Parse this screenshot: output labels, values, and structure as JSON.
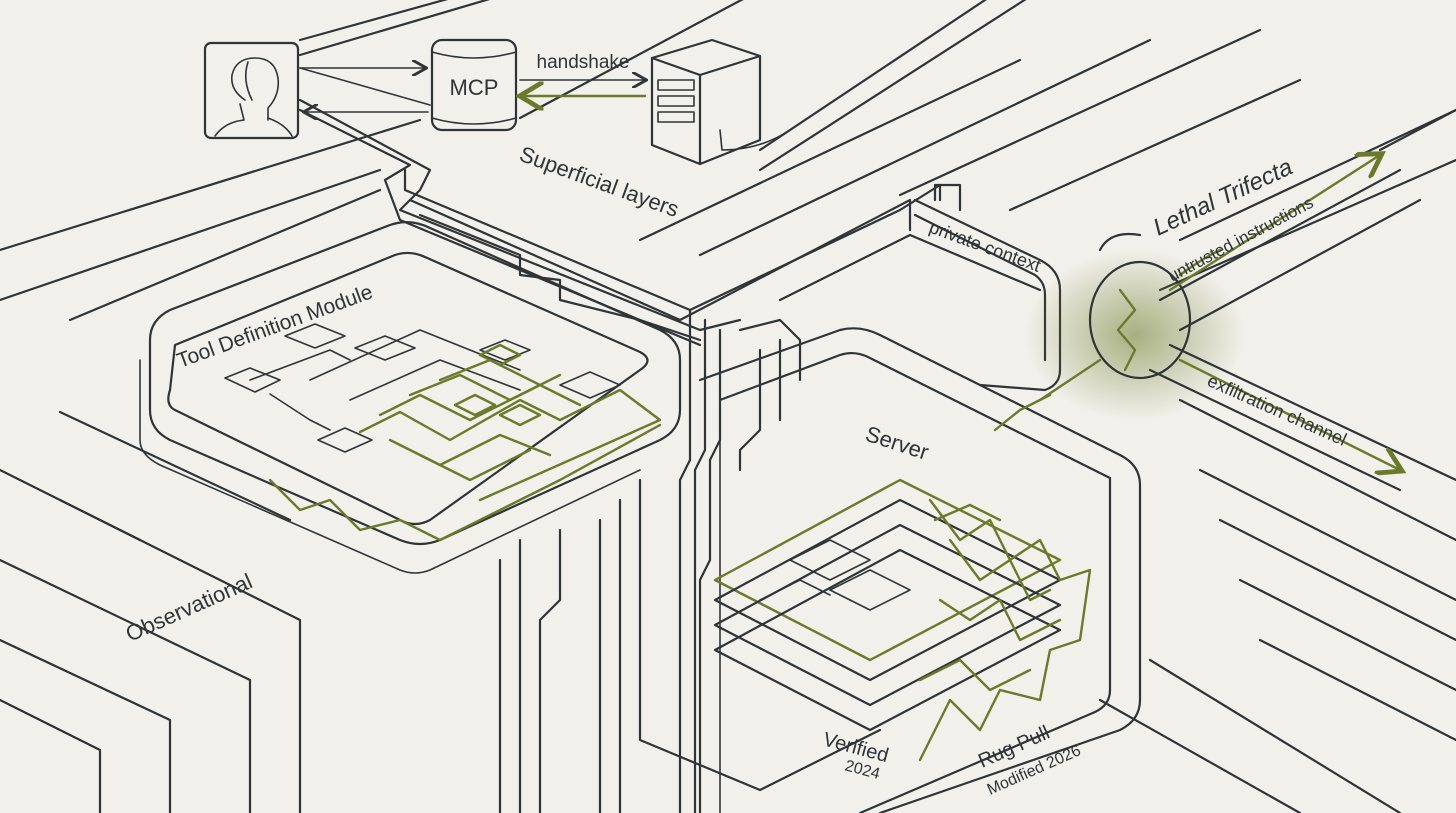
{
  "labels": {
    "mcp": "MCP",
    "handshake": "handshake",
    "superficial_layers": "Superficial layers",
    "tool_definition_module": "Tool Definition Module",
    "private_context": "private context",
    "lethal_trifecta": "Lethal Trifecta",
    "untrusted_instructions": "untrusted instructions",
    "exfiltration_channel": "exfiltration channel",
    "server": "Server",
    "observational": "Observational",
    "verified": "Verified",
    "verified_year": "2024",
    "rug_pull": "Rug Pull",
    "modified": "Modified 2026"
  },
  "icons": {
    "user": "user-head-icon",
    "server_box": "server-rack-icon",
    "mcp_cylinder": "database-cylinder-icon"
  },
  "colors": {
    "background": "#f1f0ea",
    "ink": "#2f3437",
    "accent": "#6b7a2a"
  }
}
